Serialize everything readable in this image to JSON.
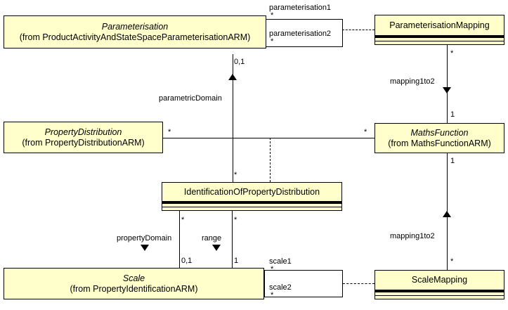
{
  "diagram": {
    "type": "uml-class-diagram",
    "background_color": "#ffffff",
    "class_fill_color": "#ffffcc",
    "association_box_fill_color": "#ffffff",
    "line_color": "#000000"
  },
  "classes": {
    "parameterisation": {
      "name": "Parameterisation",
      "from": "(from ProductActivityAndStateSpaceParameterisationARM)",
      "abstract": true
    },
    "parameterisation_mapping": {
      "name": "ParameterisationMapping",
      "from": "",
      "abstract": false
    },
    "property_distribution": {
      "name": "PropertyDistribution",
      "from": "(from PropertyDistributionARM)",
      "abstract": true
    },
    "maths_function": {
      "name": "MathsFunction",
      "from": "(from MathsFunctionARM)",
      "abstract": true
    },
    "identification_of_property_distribution": {
      "name": "IdentificationOfPropertyDistribution",
      "from": "",
      "abstract": false
    },
    "scale": {
      "name": "Scale",
      "from": "(from PropertyIdentificationARM)",
      "abstract": true
    },
    "scale_mapping": {
      "name": "ScaleMapping",
      "from": "",
      "abstract": false
    }
  },
  "roles": {
    "parameterisation1": "parameterisation1",
    "parameterisation2": "parameterisation2",
    "parametric_domain": "parametricDomain",
    "mapping1to2_top": "mapping1to2",
    "mapping1to2_bottom": "mapping1to2",
    "property_domain": "propertyDomain",
    "range": "range",
    "scale1": "scale1",
    "scale2": "scale2"
  },
  "multiplicities": {
    "param1_star": "*",
    "param2_star": "*",
    "parameterisation_mapping_star": "*",
    "parametric_domain_0_1": "0,1",
    "property_distribution_star": "*",
    "maths_function_left_star": "*",
    "maths_function_top_1": "1",
    "maths_function_bottom_1": "1",
    "iopd_top_star": "*",
    "iopd_property_domain_star": "*",
    "iopd_range_star": "*",
    "property_domain_0_1": "0,1",
    "range_1": "1",
    "scale1_star": "*",
    "scale2_star": "*",
    "scale_mapping_star": "*"
  }
}
